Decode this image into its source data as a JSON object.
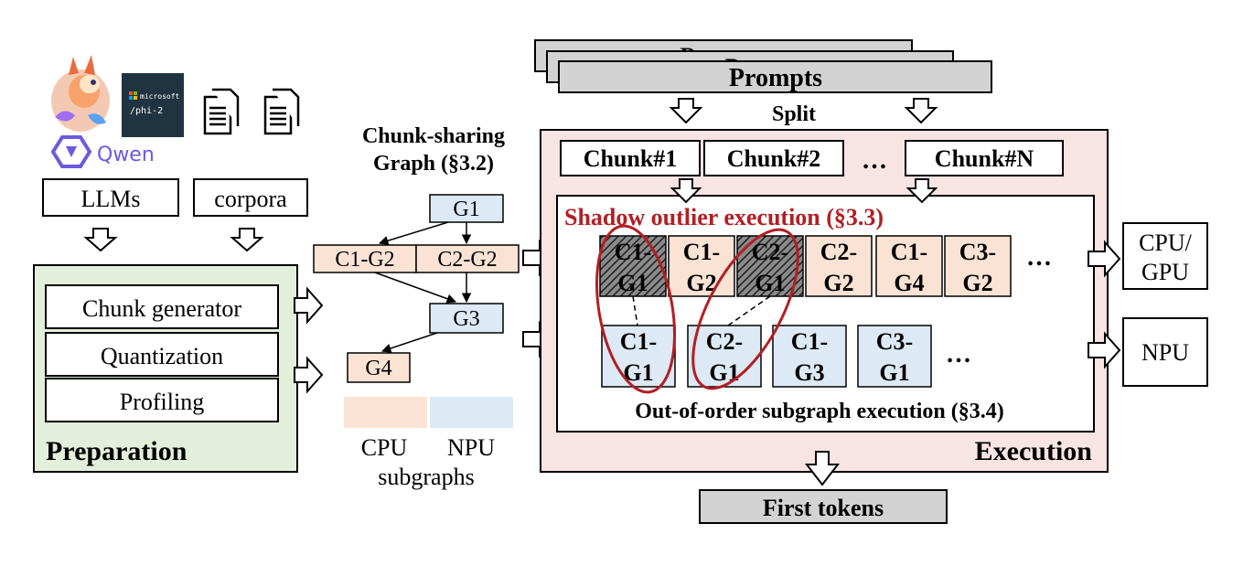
{
  "logos": {
    "phi_text_top": "microsoft",
    "phi_text_bottom": "/phi-2",
    "qwen_label": "Qwen"
  },
  "preparation": {
    "llms_label": "LLMs",
    "corpora_label": "corpora",
    "steps": [
      "Chunk generator",
      "Quantization",
      "Profiling"
    ],
    "panel_title": "Preparation"
  },
  "graph": {
    "title_line1": "Chunk-sharing",
    "title_line2": "Graph (§3.2)",
    "nodes": {
      "g1": "G1",
      "c1g2": "C1-G2",
      "c2g2": "C2-G2",
      "g3": "G3",
      "g4": "G4"
    },
    "legend": {
      "cpu": "CPU",
      "npu": "NPU",
      "caption": "subgraphs"
    }
  },
  "prompts": {
    "label": "Prompts",
    "shadow_label_1": "Prompts",
    "shadow_label_2": "Prompts",
    "split_label": "Split"
  },
  "chunks": {
    "items": [
      "Chunk#1",
      "Chunk#2",
      "Chunk#N"
    ],
    "ellipsis": "…"
  },
  "execution": {
    "shadow_title": "Shadow outlier execution (§3.3)",
    "cpu_row": [
      {
        "l1": "C1-",
        "l2": "G1",
        "kind": "hatched"
      },
      {
        "l1": "C1-",
        "l2": "G2",
        "kind": "cpu"
      },
      {
        "l1": "C2-",
        "l2": "G1",
        "kind": "hatched"
      },
      {
        "l1": "C2-",
        "l2": "G2",
        "kind": "cpu"
      },
      {
        "l1": "C1-",
        "l2": "G4",
        "kind": "cpu"
      },
      {
        "l1": "C3-",
        "l2": "G2",
        "kind": "cpu"
      }
    ],
    "npu_row": [
      {
        "l1": "C1-",
        "l2": "G1"
      },
      {
        "l1": "C2-",
        "l2": "G1"
      },
      {
        "l1": "C1-",
        "l2": "G3"
      },
      {
        "l1": "C3-",
        "l2": "G1"
      }
    ],
    "ellipsis": "…",
    "ooo_title": "Out-of-order subgraph execution (§3.4)",
    "panel_title": "Execution"
  },
  "devices": {
    "cpu_gpu_line1": "CPU/",
    "cpu_gpu_line2": "GPU",
    "npu": "NPU"
  },
  "output": {
    "label": "First tokens"
  },
  "colors": {
    "cpu": "#fae3d4",
    "npu": "#dde9f5",
    "prep_panel": "#e3efda",
    "exec_panel": "#f8e4e3",
    "prompt_gray": "#d3d3d3",
    "accent_red": "#b21f24"
  }
}
